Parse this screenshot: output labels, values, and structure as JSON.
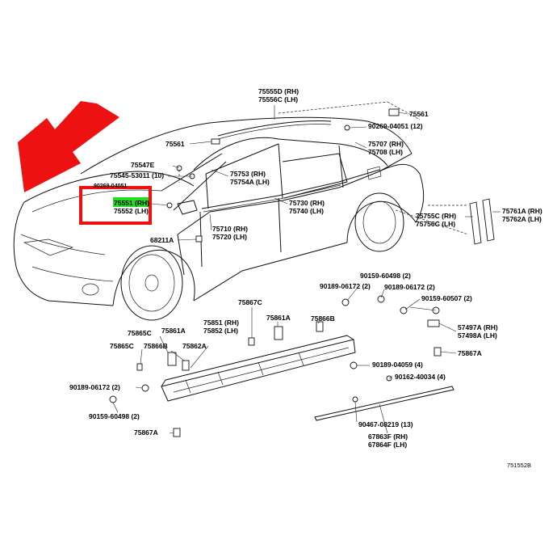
{
  "diagram": {
    "figure_code": "751552B",
    "highlight_color": "#22dd22",
    "arrow_color": "#ee1111",
    "box_color": "#ee1111",
    "labels": [
      {
        "id": "l-75555d",
        "text": "75555D (RH)"
      },
      {
        "id": "l-75556c",
        "text": "75556C (LH)"
      },
      {
        "id": "l-75561a",
        "text": "75561"
      },
      {
        "id": "l-90269",
        "text": "90269-04051 (12)"
      },
      {
        "id": "l-75561b",
        "text": "75561"
      },
      {
        "id": "l-75707",
        "text": "75707 (RH)"
      },
      {
        "id": "l-75708",
        "text": "75708 (LH)"
      },
      {
        "id": "l-75547e",
        "text": "75547E"
      },
      {
        "id": "l-75545",
        "text": "75545-53011 (10)"
      },
      {
        "id": "l-75753",
        "text": "75753 (RH)"
      },
      {
        "id": "l-75754a",
        "text": "75754A (LH)"
      },
      {
        "id": "l-75551",
        "text": "75551 (RH)"
      },
      {
        "id": "l-75552",
        "text": "75552 (LH)"
      },
      {
        "id": "l-75730",
        "text": "75730 (RH)"
      },
      {
        "id": "l-75740",
        "text": "75740 (LH)"
      },
      {
        "id": "l-75755c",
        "text": "75755C (RH)"
      },
      {
        "id": "l-75756c",
        "text": "75756C (LH)"
      },
      {
        "id": "l-75761a",
        "text": "75761A (RH)"
      },
      {
        "id": "l-75762a",
        "text": "75762A (LH)"
      },
      {
        "id": "l-75710",
        "text": "75710 (RH)"
      },
      {
        "id": "l-75720",
        "text": "75720 (LH)"
      },
      {
        "id": "l-68211a",
        "text": "68211A"
      },
      {
        "id": "l-90159-60498a",
        "text": "90159-60498 (2)"
      },
      {
        "id": "l-90189-06172a",
        "text": "90189-06172 (2)"
      },
      {
        "id": "l-90189-06172b",
        "text": "90189-06172 (2)"
      },
      {
        "id": "l-90159-60507",
        "text": "90159-60507 (2)"
      },
      {
        "id": "l-75867c",
        "text": "75867C"
      },
      {
        "id": "l-75851",
        "text": "75851 (RH)"
      },
      {
        "id": "l-75852",
        "text": "75852 (LH)"
      },
      {
        "id": "l-75861a1",
        "text": "75861A"
      },
      {
        "id": "l-75866b1",
        "text": "75866B"
      },
      {
        "id": "l-57497a",
        "text": "57497A (RH)"
      },
      {
        "id": "l-57498a",
        "text": "57498A (LH)"
      },
      {
        "id": "l-75865c1",
        "text": "75865C"
      },
      {
        "id": "l-75861a2",
        "text": "75861A"
      },
      {
        "id": "l-75865c2",
        "text": "75865C"
      },
      {
        "id": "l-75866b2",
        "text": "75866B"
      },
      {
        "id": "l-75862a",
        "text": "75862A"
      },
      {
        "id": "l-75867a1",
        "text": "75867A"
      },
      {
        "id": "l-90189-04059",
        "text": "90189-04059 (4)"
      },
      {
        "id": "l-90162-40034",
        "text": "90162-40034 (4)"
      },
      {
        "id": "l-90189-06172c",
        "text": "90189-06172 (2)"
      },
      {
        "id": "l-90159-60498b",
        "text": "90159-60498 (2)"
      },
      {
        "id": "l-90467",
        "text": "90467-08219 (13)"
      },
      {
        "id": "l-67863f",
        "text": "67863F (RH)"
      },
      {
        "id": "l-67864f",
        "text": "67864F (LH)"
      },
      {
        "id": "l-75867a2",
        "text": "75867A"
      },
      {
        "id": "l-cut",
        "text": "90269-04051"
      }
    ]
  }
}
